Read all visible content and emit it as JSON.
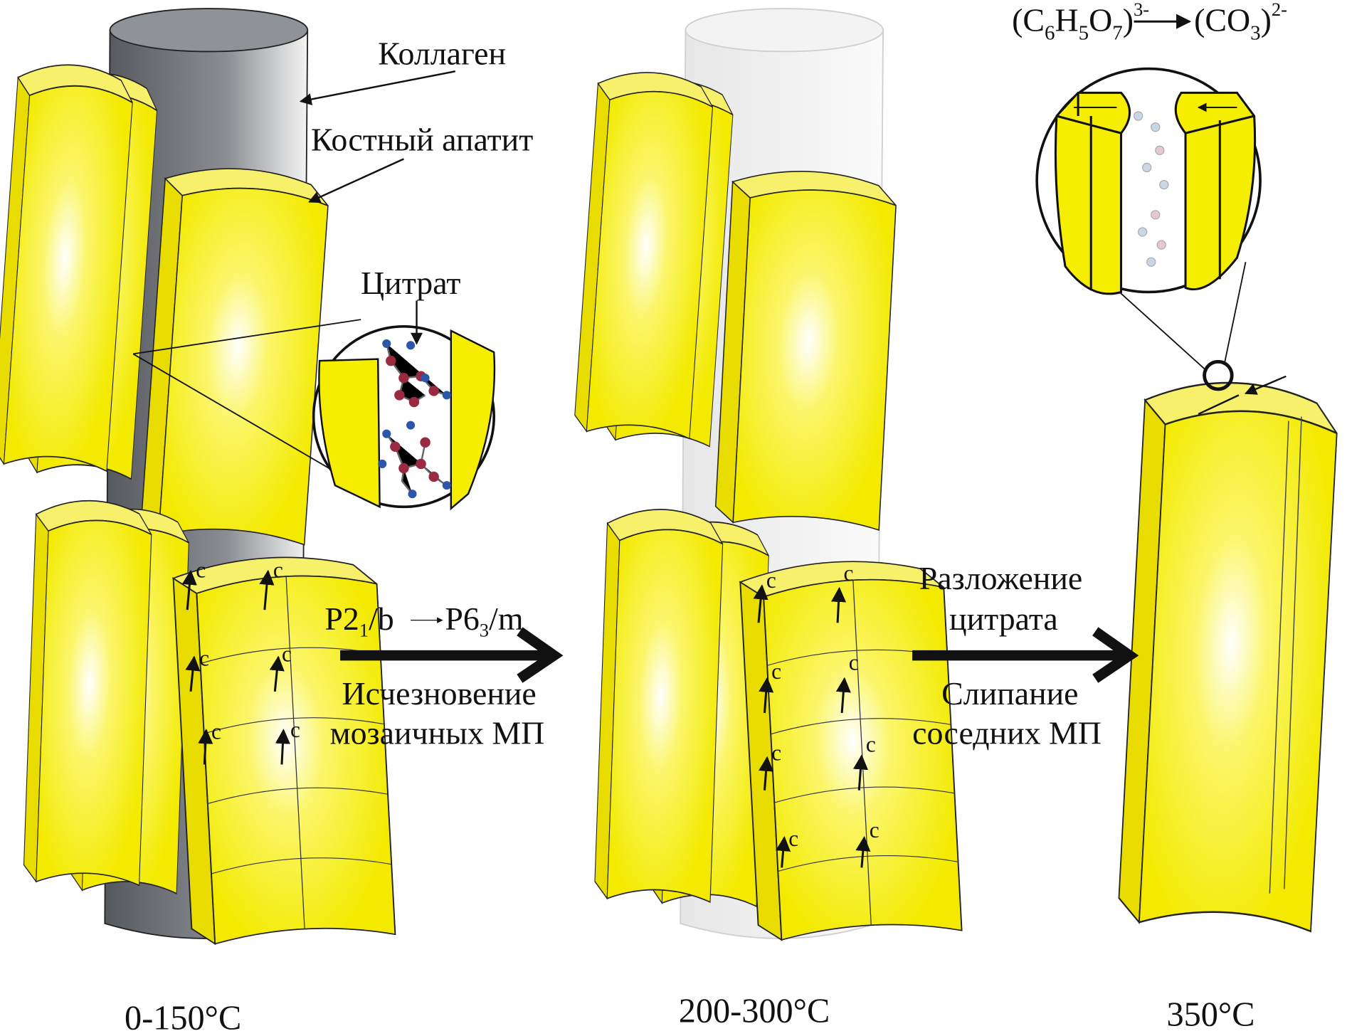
{
  "labels": {
    "collagen": "Коллаген",
    "apatite": "Костный апатит",
    "citrate": "Цитрат",
    "axis_label": "c"
  },
  "transition1": {
    "sg_from_main": "P2",
    "sg_from_sub": "1",
    "sg_from_tail": "/b",
    "sg_to_main": "P6",
    "sg_to_sub": "3",
    "sg_to_tail": "/m",
    "line1": "Исчезновение",
    "line2": "мозаичных МП"
  },
  "transition2": {
    "above1": "Разложение",
    "above2": "цитрата",
    "below1": "Слипание",
    "below2": "соседних МП"
  },
  "formula": {
    "p1": "(C",
    "s1": "6",
    "p2": "H",
    "s2": "5",
    "p3": "O",
    "s3": "7",
    "p4": ")",
    "sup1": "3-",
    "p5": "(CO",
    "s4": "3",
    "p6": ")",
    "sup2": "2-"
  },
  "temperatures": [
    "0-150°C",
    "200-300°C",
    "350°C"
  ],
  "colors": {
    "apatite": "#f5ee00",
    "collagen_dark": "#6b6e72",
    "collagen_light": "#f2f2f2",
    "atom_red": "#9a2a40",
    "atom_blue": "#2d56a8"
  }
}
